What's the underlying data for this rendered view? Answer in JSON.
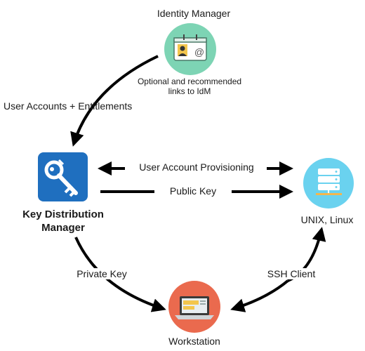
{
  "nodes": {
    "identity_manager": {
      "label": "Identity Manager",
      "color": "#7dd4b4"
    },
    "kdm": {
      "label_line1": "Key Distribution",
      "label_line2": "Manager",
      "color": "#1f6fbf"
    },
    "unix": {
      "label": "UNIX, Linux",
      "color": "#6ad2ef"
    },
    "workstation": {
      "label": "Workstation",
      "color": "#ea6a4e"
    }
  },
  "edges": {
    "optional_line1": "Optional and recommended",
    "optional_line2": "links to IdM",
    "user_accounts": "User Accounts + Entitlements",
    "provisioning": "User Account Provisioning",
    "public_key": "Public Key",
    "private_key": "Private Key",
    "ssh_client": "SSH Client"
  },
  "icons": [
    "id-card-icon",
    "key-icon",
    "server-icon",
    "laptop-icon"
  ]
}
